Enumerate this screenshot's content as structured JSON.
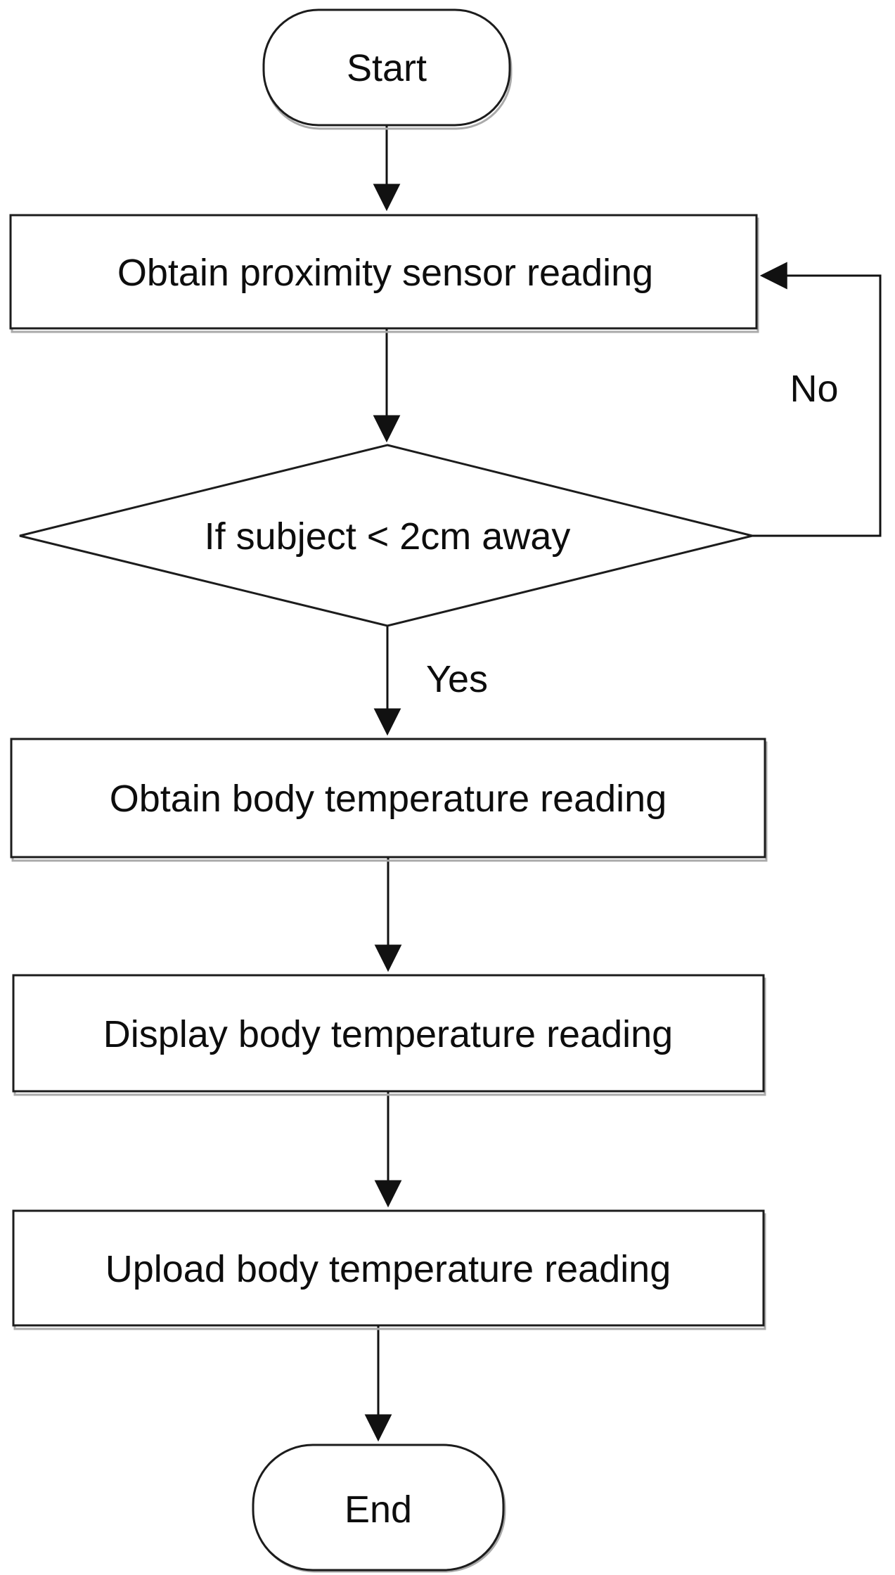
{
  "diagram": {
    "type": "flowchart",
    "background_color": "#ffffff",
    "colors": {
      "shape_stroke": "#1c1c1c",
      "shape_fill": "#ffffff",
      "text": "#0d0d0d",
      "shadow": "#aaaaaa",
      "connector": "#111111"
    },
    "nodes": {
      "start": {
        "shape": "terminator",
        "label": "Start"
      },
      "obtain_proximity": {
        "shape": "process",
        "label": "Obtain proximity sensor reading"
      },
      "proximity_decision": {
        "shape": "decision",
        "label": "If subject < 2cm away"
      },
      "obtain_temperature": {
        "shape": "process",
        "label": "Obtain body temperature reading"
      },
      "display_temperature": {
        "shape": "process",
        "label": "Display body temperature reading"
      },
      "upload_temperature": {
        "shape": "process",
        "label": "Upload body temperature reading"
      },
      "end": {
        "shape": "terminator",
        "label": "End"
      }
    },
    "edges": {
      "yes_label": "Yes",
      "no_label": "No"
    }
  }
}
